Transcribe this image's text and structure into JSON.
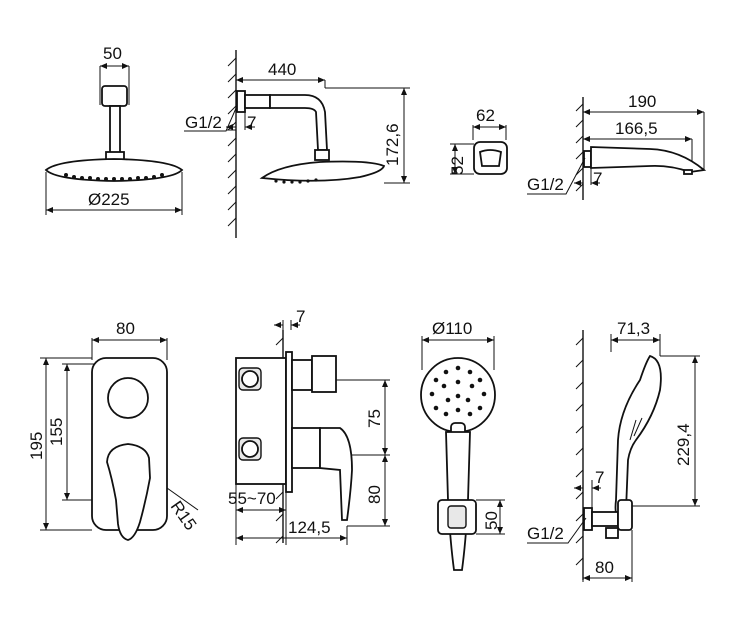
{
  "dimensions": {
    "head_top_width": "50",
    "head_diameter": "Ø225",
    "arm_length": "440",
    "thread_a": "G1/2",
    "wall_gap_a": "7",
    "arm_height": "172,6",
    "button_width": "62",
    "button_height": "52",
    "spout_length": "190",
    "spout_inner": "166,5",
    "thread_b": "G1/2",
    "wall_gap_b": "7",
    "plate_width": "80",
    "plate_height_total": "195",
    "plate_height_inner": "155",
    "plate_radius": "R15",
    "body_wall_gap": "7",
    "upper_offset": "75",
    "lower_offset": "80",
    "depth_range": "55~70",
    "body_depth": "124,5",
    "handshower_diameter": "Ø110",
    "holder_height": "50",
    "slide_width": "71,3",
    "slide_height": "229,4",
    "wall_gap_c": "7",
    "thread_c": "G1/2",
    "bracket_width": "80"
  }
}
